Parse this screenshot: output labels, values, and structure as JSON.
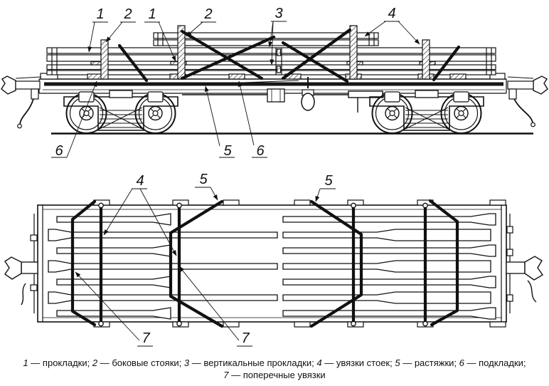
{
  "side_view": {
    "callouts": [
      "1",
      "2",
      "1",
      "2",
      "3",
      "4",
      "6",
      "5",
      "6"
    ]
  },
  "top_view": {
    "callouts": [
      "4",
      "5",
      "5",
      "7",
      "7"
    ]
  },
  "legend": {
    "separator": " — ",
    "delimiter": "; ",
    "items": [
      {
        "num": "1",
        "name": "прокладки"
      },
      {
        "num": "2",
        "name": "боковые стояки"
      },
      {
        "num": "3",
        "name": "вертикальные прокладки"
      },
      {
        "num": "4",
        "name": "увязки стоек"
      },
      {
        "num": "5",
        "name": "растяжки"
      },
      {
        "num": "6",
        "name": "подкладки"
      },
      {
        "num": "7",
        "name": "поперечные увязки"
      }
    ]
  },
  "colors": {
    "ink": "#111111",
    "background": "#ffffff"
  }
}
